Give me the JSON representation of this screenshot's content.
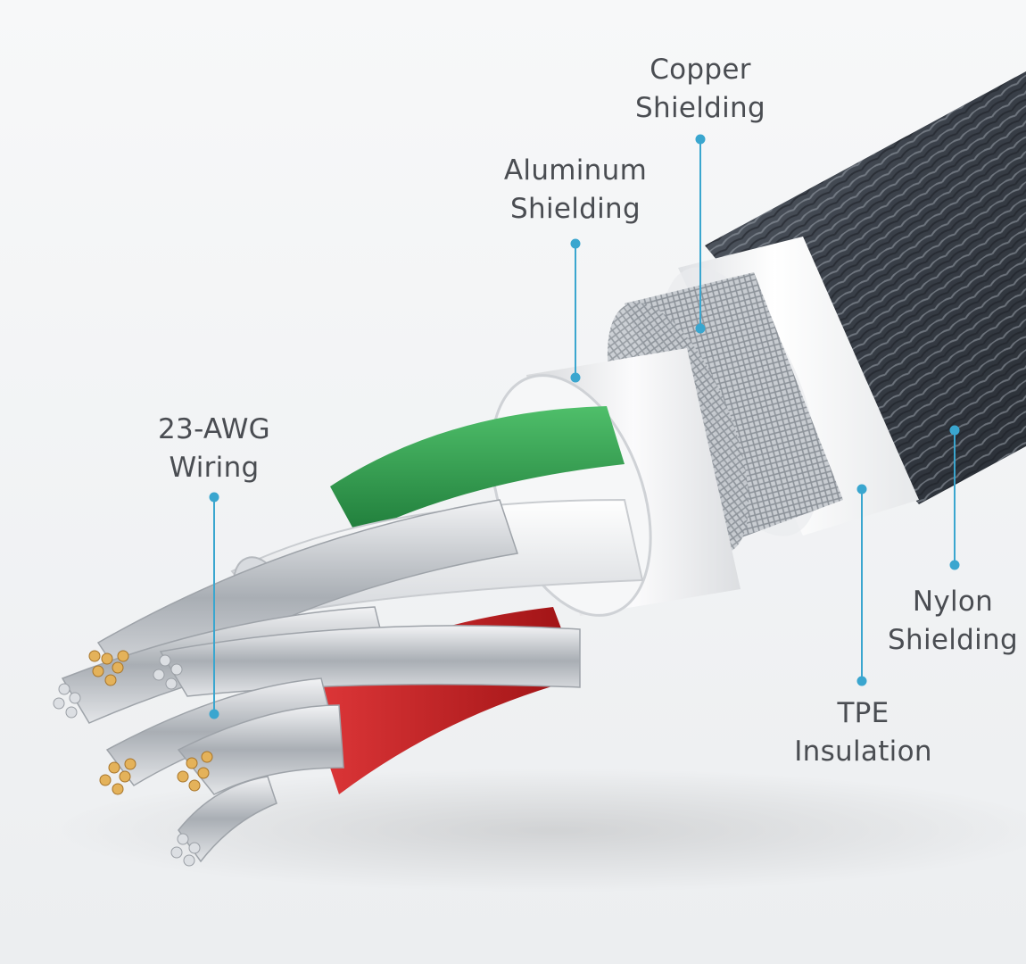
{
  "callouts": {
    "copper_shielding": {
      "line1": "Copper",
      "line2": "Shielding"
    },
    "aluminum_shielding": {
      "line1": "Aluminum",
      "line2": "Shielding"
    },
    "awg_wiring": {
      "line1": "23-AWG",
      "line2": "Wiring"
    },
    "nylon_shielding": {
      "line1": "Nylon",
      "line2": "Shielding"
    },
    "tpe_insulation": {
      "line1": "TPE",
      "line2": "Insulation"
    }
  },
  "colors": {
    "background": "#f3f4f6",
    "leader_line": "#3aa6cf",
    "label_text": "#4a4d52",
    "nylon_braid": "#3f4650",
    "tpe_jacket": "#f4f5f6",
    "copper_braid": "#cfd3d7",
    "aluminum_foil": "#e9eaec",
    "green_wire": "#2e9a4c",
    "red_wire": "#c91f22",
    "strand_silver": "#c3c7cc",
    "strand_copper": "#d9a040"
  }
}
